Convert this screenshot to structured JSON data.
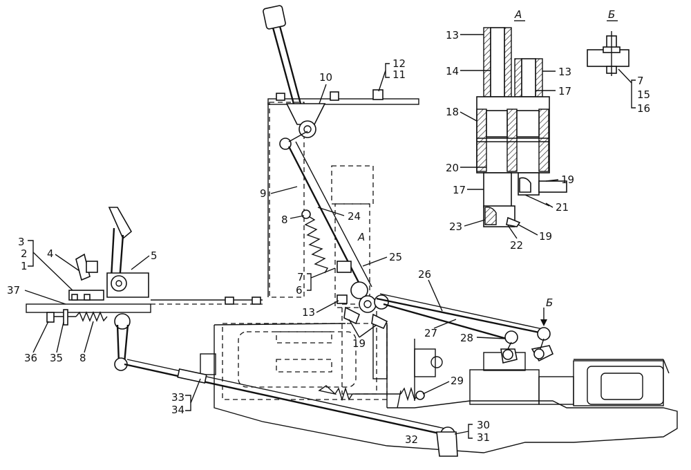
{
  "sections": {
    "a": "А",
    "b": "Б"
  },
  "labels": {
    "l1": "1",
    "l2": "2",
    "l3": "3",
    "l4": "4",
    "l5": "5",
    "l6": "6",
    "l7": "7",
    "l8a": "8",
    "l8b": "8",
    "l9": "9",
    "l10": "10",
    "l11": "11",
    "l12": "12",
    "l13": "13",
    "l19": "19",
    "l24": "24",
    "l25": "25",
    "l26": "26",
    "l27": "27",
    "l28": "28",
    "l29": "29",
    "l30": "30",
    "l31": "31",
    "l32": "32",
    "l33": "33",
    "l34": "34",
    "l35": "35",
    "l36": "36",
    "l37": "37",
    "viewA": "А"
  },
  "detail_a_labels": {
    "l13a": "13",
    "l13b": "13",
    "l14": "14",
    "l17a": "17",
    "l17b": "17",
    "l18": "18",
    "l19a": "19",
    "l19b": "19",
    "l20": "20",
    "l21": "21",
    "l22": "22",
    "l23": "23"
  },
  "detail_b_labels": {
    "l7": "7",
    "l15": "15",
    "l16": "16"
  }
}
